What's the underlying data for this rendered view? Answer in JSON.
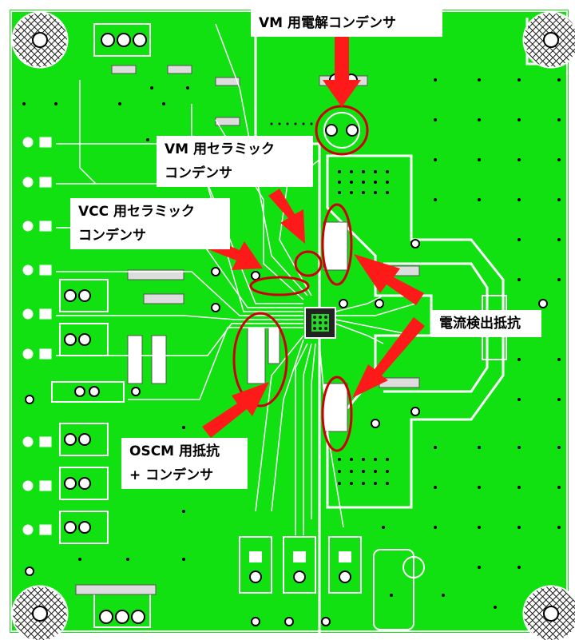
{
  "colors": {
    "board": "#11e011",
    "trace": "#ffffff",
    "highlight": "#cc0000",
    "arrow": "#ff1a1a",
    "mount_hole_fill": "#ffffff",
    "mount_hole_hatch": "#1a1a1a",
    "via": "#000000",
    "component_pad": "#ffffff"
  },
  "labels": {
    "vm_electrolytic": "VM 用電解コンデンサ",
    "vm_ceramic_line1": "VM 用セラミック",
    "vm_ceramic_line2": "コンデンサ",
    "vcc_ceramic_line1": "VCC 用セラミック",
    "vcc_ceramic_line2": "コンデンサ",
    "current_sense": "電流検出抵抗",
    "oscm_line1": "OSCM 用抵抗",
    "oscm_line2": "+ コンデンサ"
  },
  "icons": {
    "mount_hole": "hatched-circle-icon",
    "arrow": "red-arrow-icon",
    "highlight": "red-ellipse-icon",
    "chip": "qfn-chip-icon"
  }
}
